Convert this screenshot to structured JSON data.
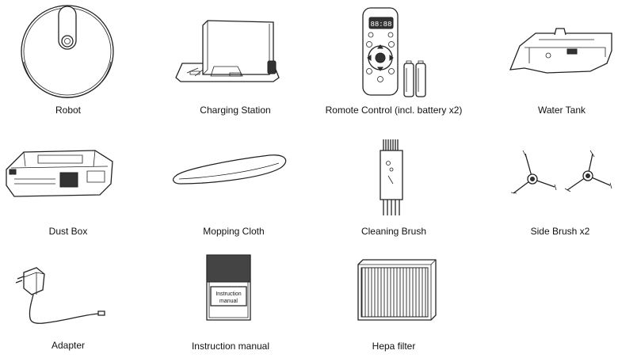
{
  "items": {
    "robot": {
      "label": "Robot"
    },
    "charging_station": {
      "label": "Charging Station"
    },
    "remote_control": {
      "label": "Romote Control (incl. battery x2)",
      "display": "88:88"
    },
    "water_tank": {
      "label": "Water Tank"
    },
    "dust_box": {
      "label": "Dust Box"
    },
    "mopping_cloth": {
      "label": "Mopping Cloth"
    },
    "cleaning_brush": {
      "label": "Cleaning Brush"
    },
    "side_brush": {
      "label": "Side Brush x2"
    },
    "adapter": {
      "label": "Adapter"
    },
    "instruction_manual": {
      "label": "Instruction manual",
      "cover_line1": "Instruction",
      "cover_line2": "manual"
    },
    "hepa_filter": {
      "label": "Hepa filter"
    }
  }
}
